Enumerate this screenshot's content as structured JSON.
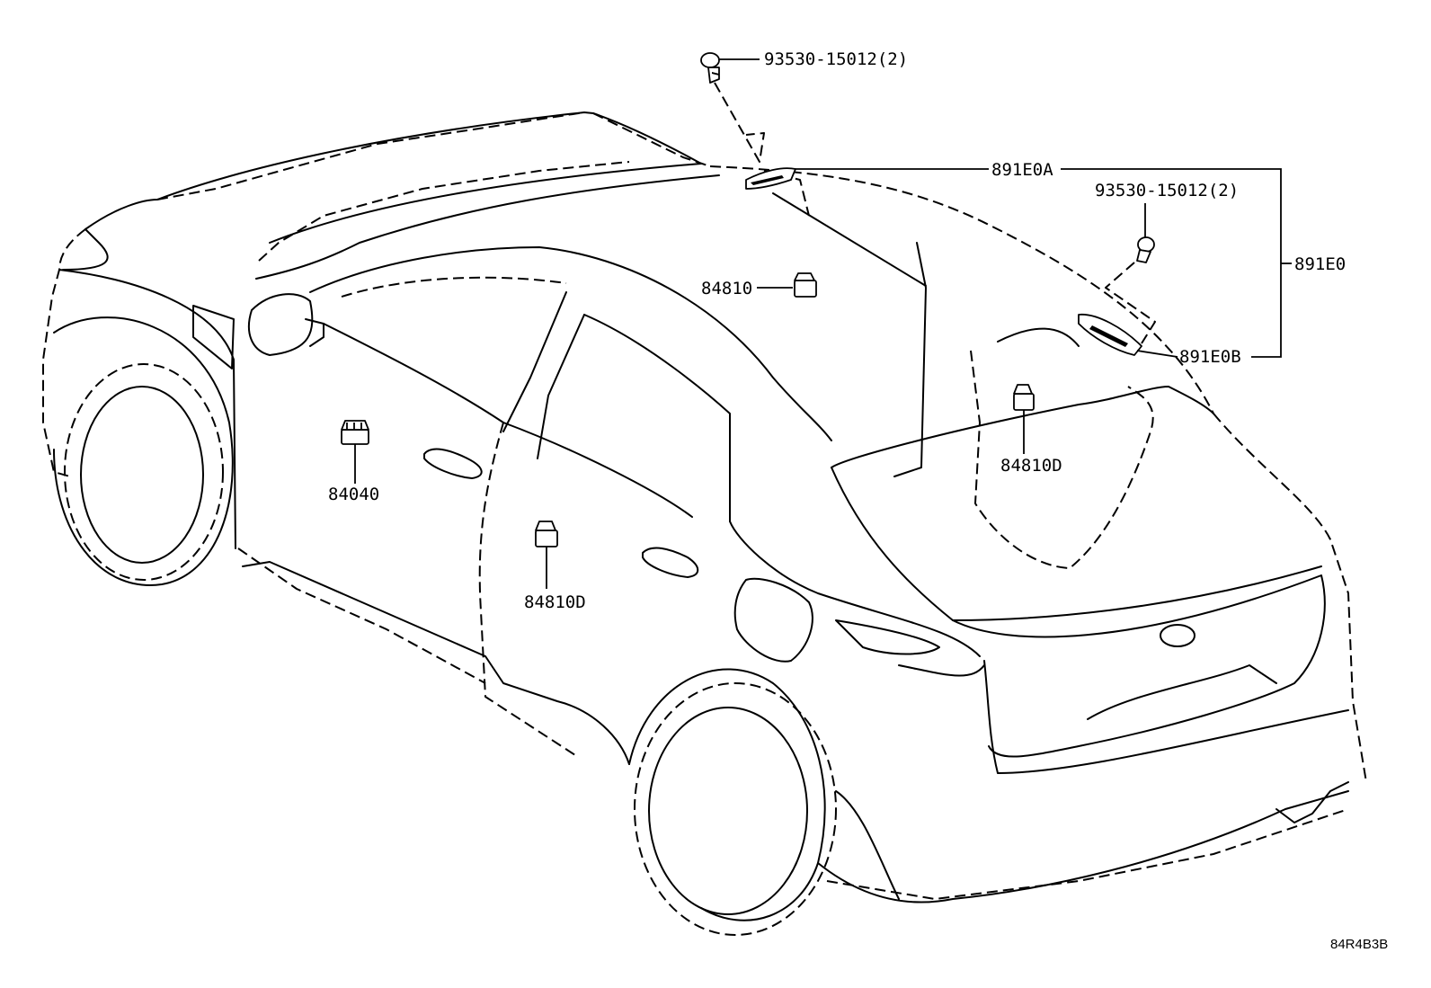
{
  "labels": {
    "bolt_top": "93530-15012(2)",
    "bolt_right": "93530-15012(2)",
    "part_891e0a": "891E0A",
    "part_891e0": "891E0",
    "part_891e0b": "891E0B",
    "sensor_roof": "84810",
    "sensor_left": "84040",
    "sensor_center": "84810D",
    "sensor_rear": "84810D"
  },
  "illustration_id": "84R4B3B"
}
